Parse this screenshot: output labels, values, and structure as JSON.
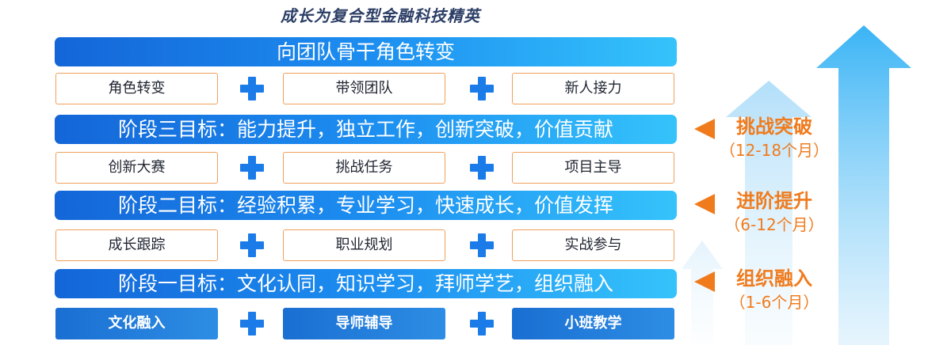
{
  "title": "成长为复合型金融科技精英",
  "top_band": "向团队骨干角色转变",
  "row_top": [
    "角色转变",
    "带领团队",
    "新人接力"
  ],
  "band3": "阶段三目标：能力提升，独立工作，创新突破，价值贡献",
  "row3": [
    "创新大赛",
    "挑战任务",
    "项目主导"
  ],
  "band2": "阶段二目标：经验积累，专业学习，快速成长，价值发挥",
  "row2": [
    "成长跟踪",
    "职业规划",
    "实战参与"
  ],
  "band1": "阶段一目标：文化认同，知识学习，拜师学艺，组织融入",
  "row1": [
    "文化融入",
    "导师辅导",
    "小班教学"
  ],
  "stages": [
    {
      "name": "挑战突破",
      "time": "（12-18个月）"
    },
    {
      "name": "进阶提升",
      "time": "（6-12个月）"
    },
    {
      "name": "组织融入",
      "time": "（1-6个月）"
    }
  ],
  "colors": {
    "band_start": "#1466d8",
    "band_end": "#35c3fb",
    "accent_orange": "#f07b1d",
    "plus_blue": "#1b7be8",
    "box_border": "#f0a05a"
  }
}
